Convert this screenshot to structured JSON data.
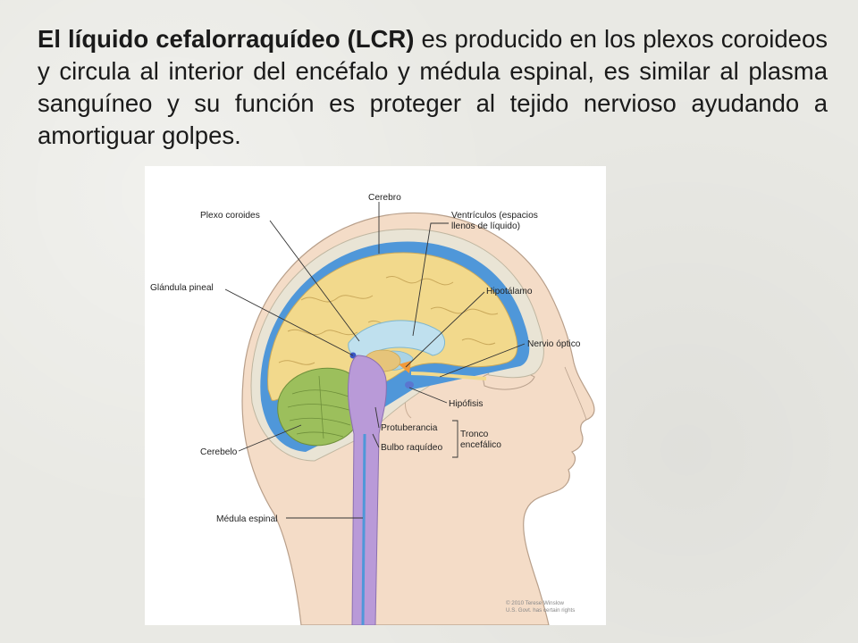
{
  "text": {
    "lead": "El líquido cefalorraquídeo (LCR)",
    "body": " es producido en los plexos coroideos y circula al interior del encéfalo y médula espinal, es similar al plasma sanguíneo y su función es proteger al tejido nervioso ayudando a amortiguar golpes."
  },
  "diagram": {
    "labels": {
      "cerebro": "Cerebro",
      "plexo": "Plexo coroides",
      "ventriculos_1": "Ventrículos (espacios",
      "ventriculos_2": "llenos de líquido)",
      "pineal": "Glándula pineal",
      "hipotalamo": "Hipotálamo",
      "nervio": "Nervio óptico",
      "hipofisis": "Hipófisis",
      "protuberancia": "Protuberancia",
      "tronco_1": "Tronco",
      "tronco_2": "encefálico",
      "bulbo": "Bulbo raquídeo",
      "cerebelo": "Cerebelo",
      "medula": "Médula espinal"
    },
    "credit_1": "© 2010 Terese Winslow",
    "credit_2": "U.S. Govt. has certain rights",
    "colors": {
      "skin": "#f4dcc7",
      "skull": "#e9e4d5",
      "csf": "#4f97d9",
      "brain": "#f2d98c",
      "cerebellum": "#9cbf5c",
      "brainstem": "#b99ad8",
      "ventricle": "#bfe0ee",
      "hypothalamus": "#f29a3a"
    }
  }
}
